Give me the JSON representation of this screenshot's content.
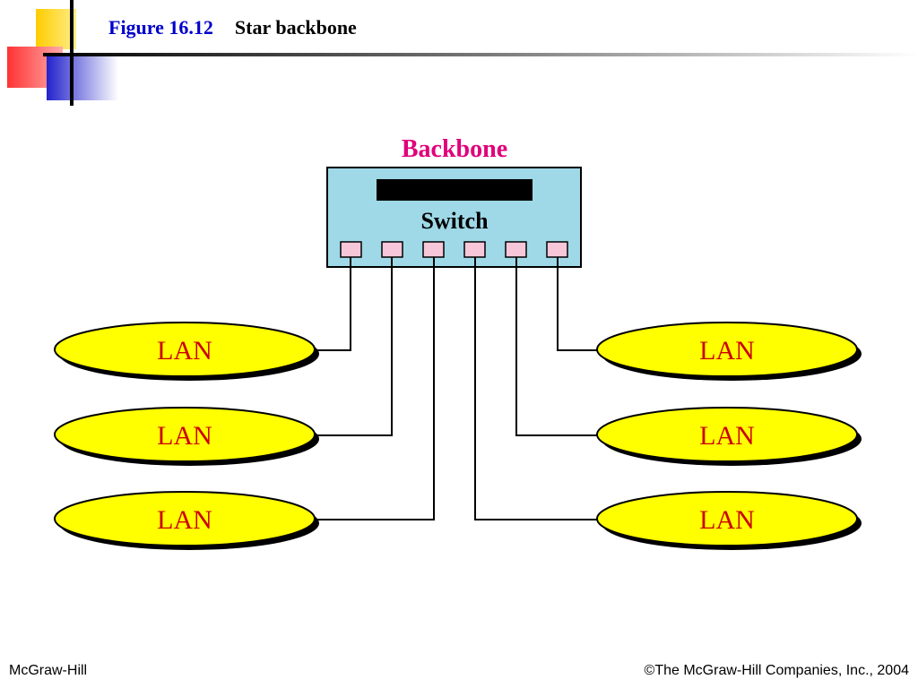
{
  "header": {
    "figure_number": "Figure 16.12",
    "figure_caption": "Star backbone"
  },
  "diagram": {
    "backbone_label": "Backbone",
    "switch_label": "Switch",
    "lans": [
      {
        "label": "LAN"
      },
      {
        "label": "LAN"
      },
      {
        "label": "LAN"
      },
      {
        "label": "LAN"
      },
      {
        "label": "LAN"
      },
      {
        "label": "LAN"
      }
    ]
  },
  "footer": {
    "publisher": "McGraw-Hill",
    "copyright": "©The McGraw-Hill Companies, Inc., 2004"
  },
  "colors": {
    "title_blue": "#0000cc",
    "backbone_magenta": "#e0007a",
    "switch_fill": "#9fd9e8",
    "lan_fill": "#ffff00",
    "lan_text": "#cc0000",
    "port_fill": "#f7c6d9"
  }
}
